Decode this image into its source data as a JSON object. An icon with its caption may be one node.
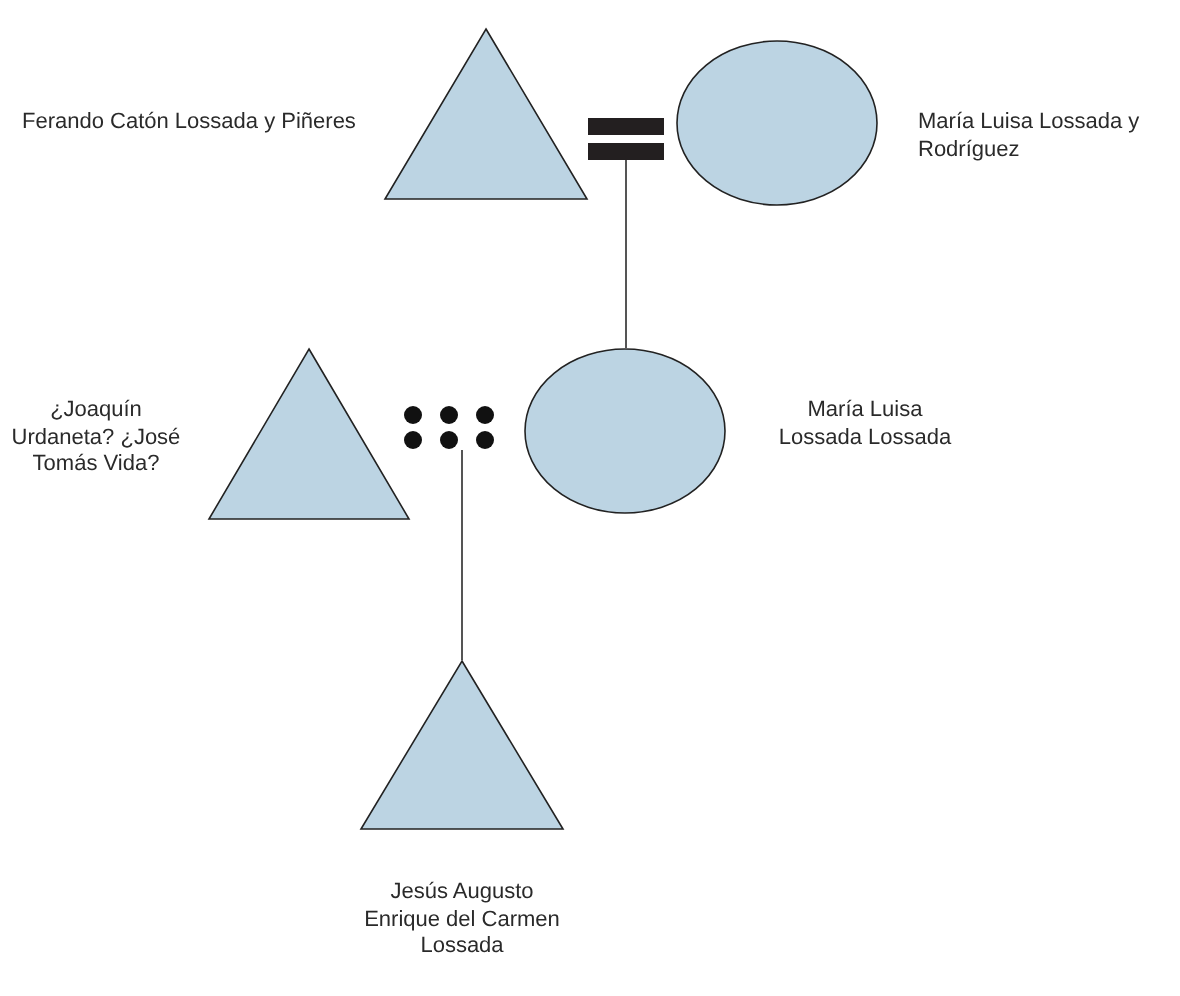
{
  "diagram": {
    "nodes": [
      {
        "text": [],
        "shape": "triangle",
        "beside": [
          "Ferando Catón Lossada y Piñeres"
        ]
      },
      {
        "text": [],
        "shape": "bar"
      },
      {
        "text": [],
        "shape": "circle",
        "beside": [
          "María Luisa Lossada y Rodríguez"
        ]
      },
      {
        "text": [],
        "shape": "triangle",
        "beside": [
          "¿Joaquín Urdaneta? ¿José Tomás Vida?"
        ]
      },
      {
        "text": [],
        "shape": "dots"
      },
      {
        "text": [],
        "shape": "circle",
        "beside": [
          "María Luisa Lossada Lossada"
        ]
      },
      {
        "text": [],
        "shape": "triangle",
        "beside": [
          "Jesús Augusto Enrique del Carmen Lossada"
        ]
      }
    ],
    "edges": [
      {
        "from": 1,
        "to": 5,
        "arrow": "none"
      },
      {
        "from": 4,
        "to": 6,
        "arrow": "none"
      }
    ]
  }
}
